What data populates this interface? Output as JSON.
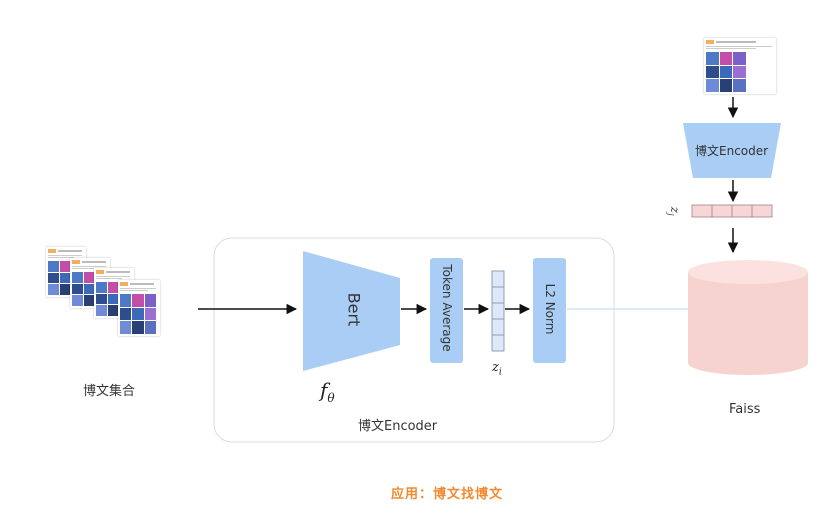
{
  "left": {
    "collection_label": "博文集合"
  },
  "encoder": {
    "bert_label": "Bert",
    "f_label": "f",
    "f_sub": "θ",
    "token_avg_label": "Token Average",
    "z_label": "z",
    "z_sub": "i",
    "l2_label": "L2 Norm",
    "box_label": "博文Encoder"
  },
  "right": {
    "encoder_label": "博文Encoder",
    "z_label": "z",
    "z_sub": "j",
    "db_label": "Faiss"
  },
  "caption": "应用：博文找博文",
  "colors": {
    "block_blue": "#a9cdf5",
    "vector_blue": "#dde9f8",
    "vector_pink": "#f6d6d6",
    "db_pink": "#f7d3d0",
    "caption_orange": "#f08a30"
  }
}
